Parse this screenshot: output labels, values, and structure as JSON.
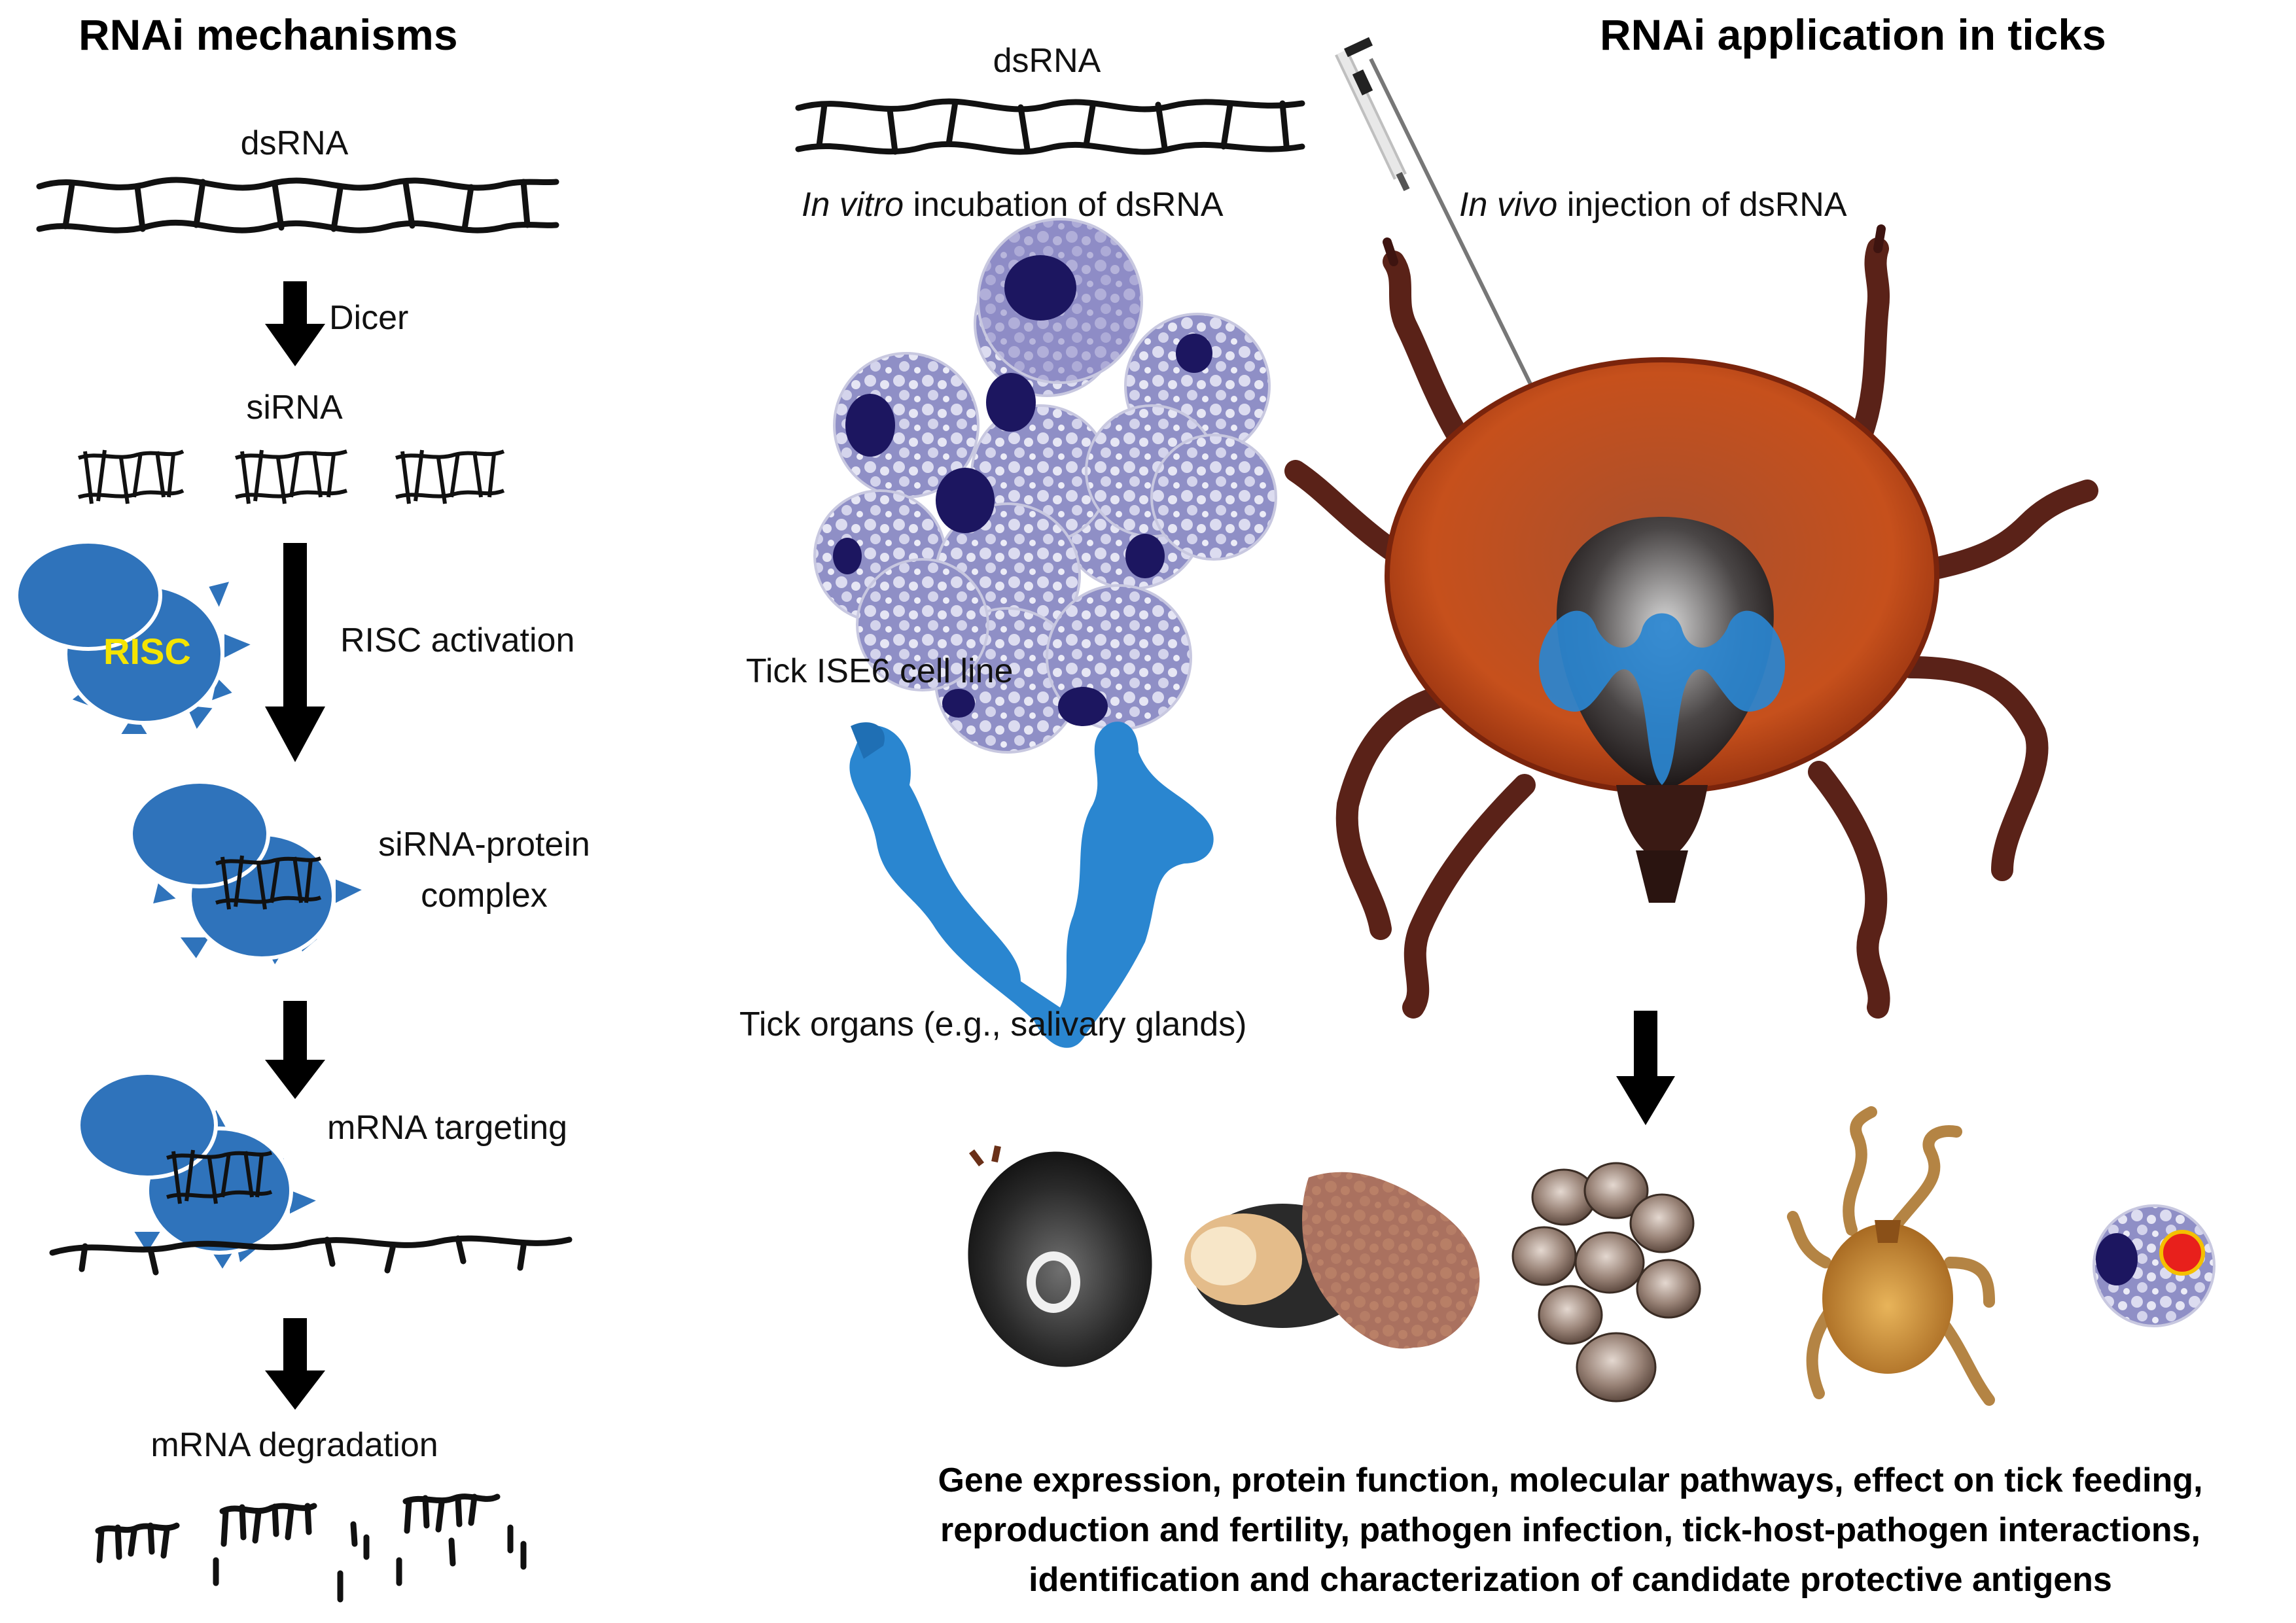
{
  "left_panel": {
    "title": "RNAi mechanisms",
    "dsrna_label": "dsRNA",
    "dicer_label": "Dicer",
    "sirna_label": "siRNA",
    "risc_label": "RISC",
    "risc_activation_label": "RISC activation",
    "complex_label_line1": "siRNA-protein",
    "complex_label_line2": "complex",
    "mrna_targeting_label": "mRNA targeting",
    "mrna_degradation_label": "mRNA degradation"
  },
  "right_panel": {
    "title": "RNAi application in ticks",
    "dsrna_label": "dsRNA",
    "in_vitro_italic": "In vitro",
    "in_vitro_rest": " incubation of dsRNA",
    "in_vivo_italic": "In vivo",
    "in_vivo_rest": " injection of dsRNA",
    "cell_line_label": "Tick ISE6 cell line",
    "organs_label": "Tick organs (e.g., salivary glands)",
    "bottom_caption": [
      "Gene expression, protein function, molecular pathways, effect on tick feeding,",
      "reproduction and fertility, pathogen infection, tick-host-pathogen interactions,",
      "identification and characterization of candidate protective antigens"
    ]
  },
  "colors": {
    "protein_blue": "#2f73bb",
    "risc_text": "#f4e400",
    "gland_blue": "#2a86d0",
    "tick_body": "#b23a12",
    "tick_legs": "#5a2218",
    "cell_purple": "#9090c8",
    "nucleus": "#1c1660",
    "pathogen_red": "#e8201c"
  }
}
